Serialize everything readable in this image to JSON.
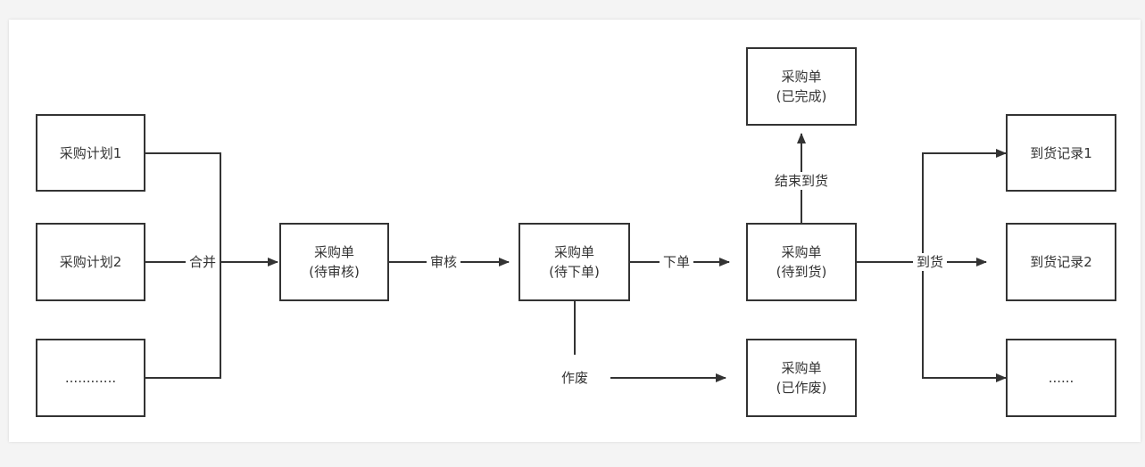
{
  "nodes": {
    "plan1": "采购计划1",
    "plan2": "采购计划2",
    "plan_more": "............",
    "po_pending_review": {
      "line1": "采购单",
      "line2": "(待审核)"
    },
    "po_pending_order": {
      "line1": "采购单",
      "line2": "(待下单)"
    },
    "po_pending_arrival": {
      "line1": "采购单",
      "line2": "(待到货)"
    },
    "po_completed": {
      "line1": "采购单",
      "line2": "(已完成)"
    },
    "po_voided": {
      "line1": "采购单",
      "line2": "(已作废)"
    },
    "arrival1": "到货记录1",
    "arrival2": "到货记录2",
    "arrival_more": "......"
  },
  "edges": {
    "merge": "合并",
    "review": "审核",
    "place_order": "下单",
    "end_arrival": "结束到货",
    "void": "作废",
    "arrive": "到货"
  },
  "colors": {
    "stroke": "#333333",
    "background": "#ffffff",
    "page": "#f4f4f4"
  }
}
